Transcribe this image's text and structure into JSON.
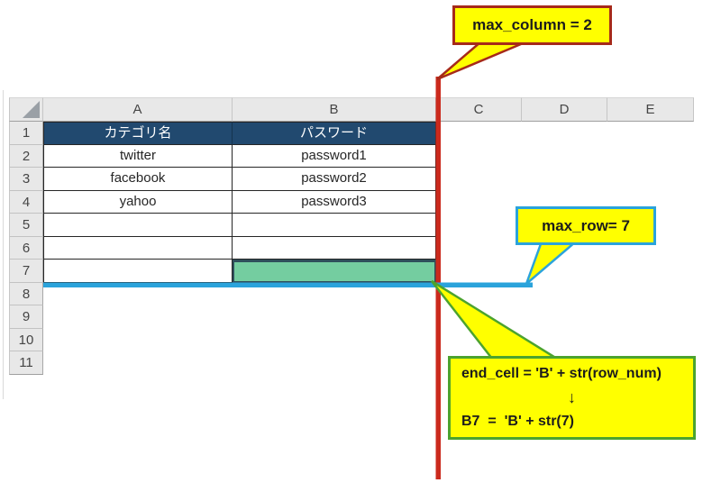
{
  "sheet": {
    "select_all": "",
    "col_headers": [
      "A",
      "B",
      "C",
      "D",
      "E"
    ],
    "header_row": {
      "n": "1",
      "a": "カテゴリ名",
      "b": "パスワード"
    },
    "data_rows": [
      {
        "n": "2",
        "a": "twitter",
        "b": "password1"
      },
      {
        "n": "3",
        "a": "facebook",
        "b": "password2"
      },
      {
        "n": "4",
        "a": "yahoo",
        "b": "password3"
      },
      {
        "n": "5",
        "a": "",
        "b": ""
      },
      {
        "n": "6",
        "a": "",
        "b": ""
      },
      {
        "n": "7",
        "a": "",
        "b": ""
      }
    ],
    "empty_rows": [
      "8",
      "9",
      "10",
      "11"
    ],
    "highlighted_cell": "B7"
  },
  "annotations": {
    "max_column_label": "max_column = 2",
    "max_row_label": "max_row= 7",
    "end_cell_line1": "end_cell = 'B' + str(row_num)",
    "end_cell_arrow": "↓",
    "end_cell_line2": "B7  =  'B' + str(7)"
  },
  "colors": {
    "header_fill": "#21496f",
    "header_text": "#ffffff",
    "highlight_cell_fill": "#74cda0",
    "max_column_line": "#cb2a1d",
    "max_row_line": "#2ba3db",
    "callout_fill": "#ffff00",
    "max_column_border": "#a62a1a",
    "max_row_border": "#2ba3db",
    "end_cell_border": "#4ca32e"
  }
}
